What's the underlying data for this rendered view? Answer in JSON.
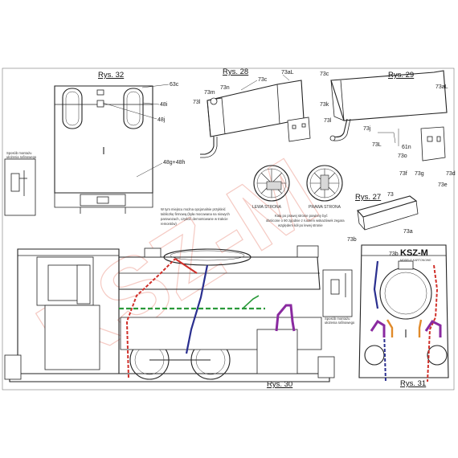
{
  "figures": {
    "rys32": "Rys. 32",
    "rys28": "Rys. 28",
    "rys29": "Rys. 29",
    "rys27": "Rys. 27",
    "rys30": "Rys. 30",
    "rys31": "Rys. 31"
  },
  "parts": {
    "p63c": "63c",
    "p48i": "48i",
    "p48j": "48j",
    "p48g48h": "48g+48h",
    "p73aL_28": "73aL",
    "p73c_28": "73c",
    "p73n": "73n",
    "p73m": "73m",
    "p73l_28": "73l",
    "p73c_29": "73c",
    "p73aL_29": "73aL",
    "p73k": "73k",
    "p73l_29": "73l",
    "p73j": "73j",
    "p73L": "73L",
    "p61n": "61n",
    "p73o": "73o",
    "p73f": "73f",
    "p73g": "73g",
    "p73d": "73d",
    "p73e": "73e",
    "p73": "73",
    "p73b_27": "73b",
    "p73a": "73a",
    "p73b_31": "73b"
  },
  "notes": {
    "wiring_top_1": "Sposób montażu",
    "wiring_top_2": "ułożenia rafinowego",
    "wiring_bottom_1": "Sposób montażu",
    "wiring_bottom_2": "ułożenia rafinowego",
    "tablet_1": "W tym miejscu można opcjonalnie przykleić",
    "tablet_2": "tabliczkę firmową (była mocowana na niowych",
    "tablet_3": "parowozach, czyścić demontowane w trakcie",
    "tablet_4": "remontów)",
    "side_left": "LEWA STRONA",
    "side_right": "PRAWA STRONA",
    "wheel_1": "Koła po prawej stronie powinny być",
    "wheel_2": "obrócone o 90 zgodnie z ruchem wskazówek zegara",
    "wheel_3": "względem kół po lewej stronie"
  },
  "logo": {
    "name": "KSZ-M",
    "tagline": "MODELE KARTONOWE"
  },
  "watermark": "KSZ-M",
  "colors": {
    "red": "#d0302a",
    "blue": "#2a2f8f",
    "green": "#2a9a3a",
    "purple": "#8a2aa0",
    "orange": "#e08a2a",
    "watermark": "#f2b9b0"
  }
}
